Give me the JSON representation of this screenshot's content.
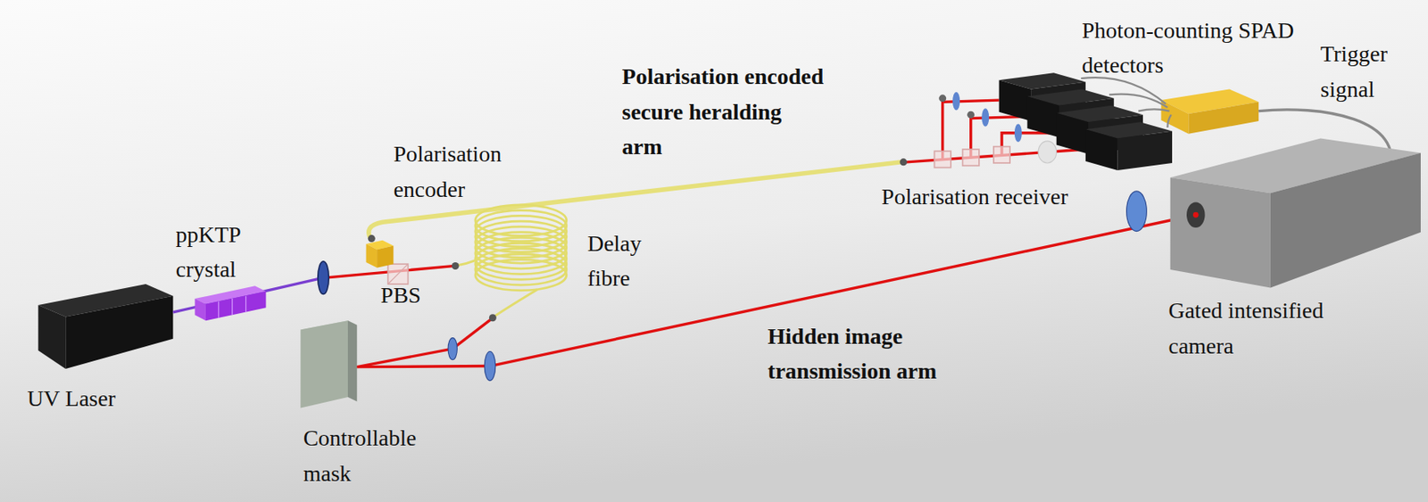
{
  "diagram": {
    "labels": [
      "Photon-counting SPAD detectors",
      "Trigger signal",
      "Polarisation encoded secure heralding arm",
      "Polarisation encoder",
      "Delay fibre",
      "ppKTP crystal",
      "Polarisation receiver",
      "PBS",
      "Gated intensified camera",
      "Hidden image transmission arm",
      "UV Laser",
      "Controllable mask"
    ]
  }
}
